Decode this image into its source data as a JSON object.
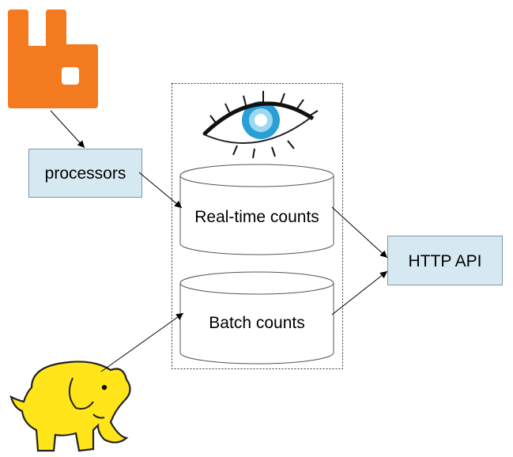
{
  "nodes": {
    "processors": {
      "label": "processors"
    },
    "realtime": {
      "label": "Real-time counts"
    },
    "batch": {
      "label": "Batch counts"
    },
    "http_api": {
      "label": "HTTP API"
    }
  },
  "icons": {
    "queue": "rabbitmq-logo-icon",
    "store": "cassandra-eye-logo-icon",
    "batch_source": "hadoop-elephant-logo-icon"
  },
  "colors": {
    "box_fill": "#d6e8f2",
    "box_stroke": "#7f96a8",
    "rabbit_orange": "#f47a20",
    "eye_blue": "#2a9fd6",
    "elephant_yellow": "#ffe51a"
  }
}
